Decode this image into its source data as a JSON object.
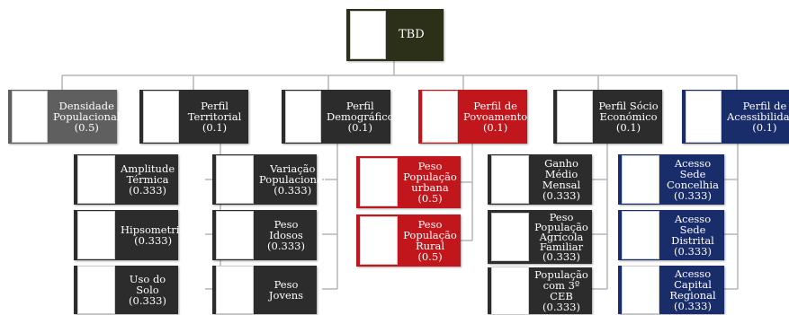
{
  "root": {
    "label": "TBD"
  },
  "categories": [
    {
      "lines": [
        "Densidade",
        "Populacional",
        "(0.5)"
      ],
      "color": "#5f5f5f",
      "map_icon": "portugal-density-map"
    },
    {
      "lines": [
        "Perfil",
        "Territorial",
        "(0.1)"
      ],
      "color": "#2c2c2c",
      "map_icon": "portugal-territorial-map"
    },
    {
      "lines": [
        "Perfil",
        "Demográfico",
        "(0.1)"
      ],
      "color": "#2c2c2c",
      "map_icon": "portugal-demographic-map"
    },
    {
      "lines": [
        "Perfil de",
        "Povoamento",
        "(0.1)"
      ],
      "color": "#c0161c",
      "map_icon": "portugal-settlement-map"
    },
    {
      "lines": [
        "Perfil Sócio",
        "Económico",
        "(0.1)"
      ],
      "color": "#2c2c2c",
      "map_icon": "portugal-socioeconomic-map"
    },
    {
      "lines": [
        "Perfil de",
        "Acessibilidade",
        "(0.1)"
      ],
      "color": "#1a2d6b",
      "map_icon": "portugal-accessibility-map"
    }
  ],
  "children": {
    "territorial": [
      {
        "lines": [
          "Amplitude",
          "Térmica",
          "(0.333)"
        ],
        "map_icon": "thermal-amplitude-map"
      },
      {
        "lines": [
          "Hipsometria",
          "(0.333)"
        ],
        "map_icon": "hypsometry-map"
      },
      {
        "lines": [
          "Uso do Solo",
          "(0.333)"
        ],
        "map_icon": "land-use-map"
      }
    ],
    "demografico": [
      {
        "lines": [
          "Variação",
          "Populacional",
          "(0.333)"
        ],
        "map_icon": "population-change-map"
      },
      {
        "lines": [
          "Peso Idosos",
          "(0.333)"
        ],
        "map_icon": "elderly-share-map"
      },
      {
        "lines": [
          "Peso Jovens",
          "(0.333)"
        ],
        "map_icon": "youth-share-map"
      }
    ],
    "povoamento": [
      {
        "lines": [
          "Peso",
          "População",
          "urbana (0.5)"
        ],
        "map_icon": "urban-population-map"
      },
      {
        "lines": [
          "Peso",
          "População",
          "Rural (0.5)"
        ],
        "map_icon": "rural-population-map"
      }
    ],
    "socioeconomico": [
      {
        "lines": [
          "Ganho Médio",
          "Mensal",
          "(0.333)"
        ],
        "map_icon": "average-income-map"
      },
      {
        "lines": [
          "Peso",
          "População",
          "Agrícola",
          "Familiar",
          "(0.333)"
        ],
        "map_icon": "agricultural-population-map"
      },
      {
        "lines": [
          "População",
          "com 3º CEB",
          "(0.333)"
        ],
        "map_icon": "education-level-map"
      }
    ],
    "acessibilidade": [
      {
        "lines": [
          "Acesso Sede",
          "Concelhia",
          "(0.333)"
        ],
        "map_icon": "municipal-seat-access-map"
      },
      {
        "lines": [
          "Acesso Sede",
          "Distrital",
          "(0.333)"
        ],
        "map_icon": "district-seat-access-map"
      },
      {
        "lines": [
          "Acesso Capital",
          "Regional",
          "(0.333)"
        ],
        "map_icon": "regional-capital-access-map"
      }
    ]
  }
}
